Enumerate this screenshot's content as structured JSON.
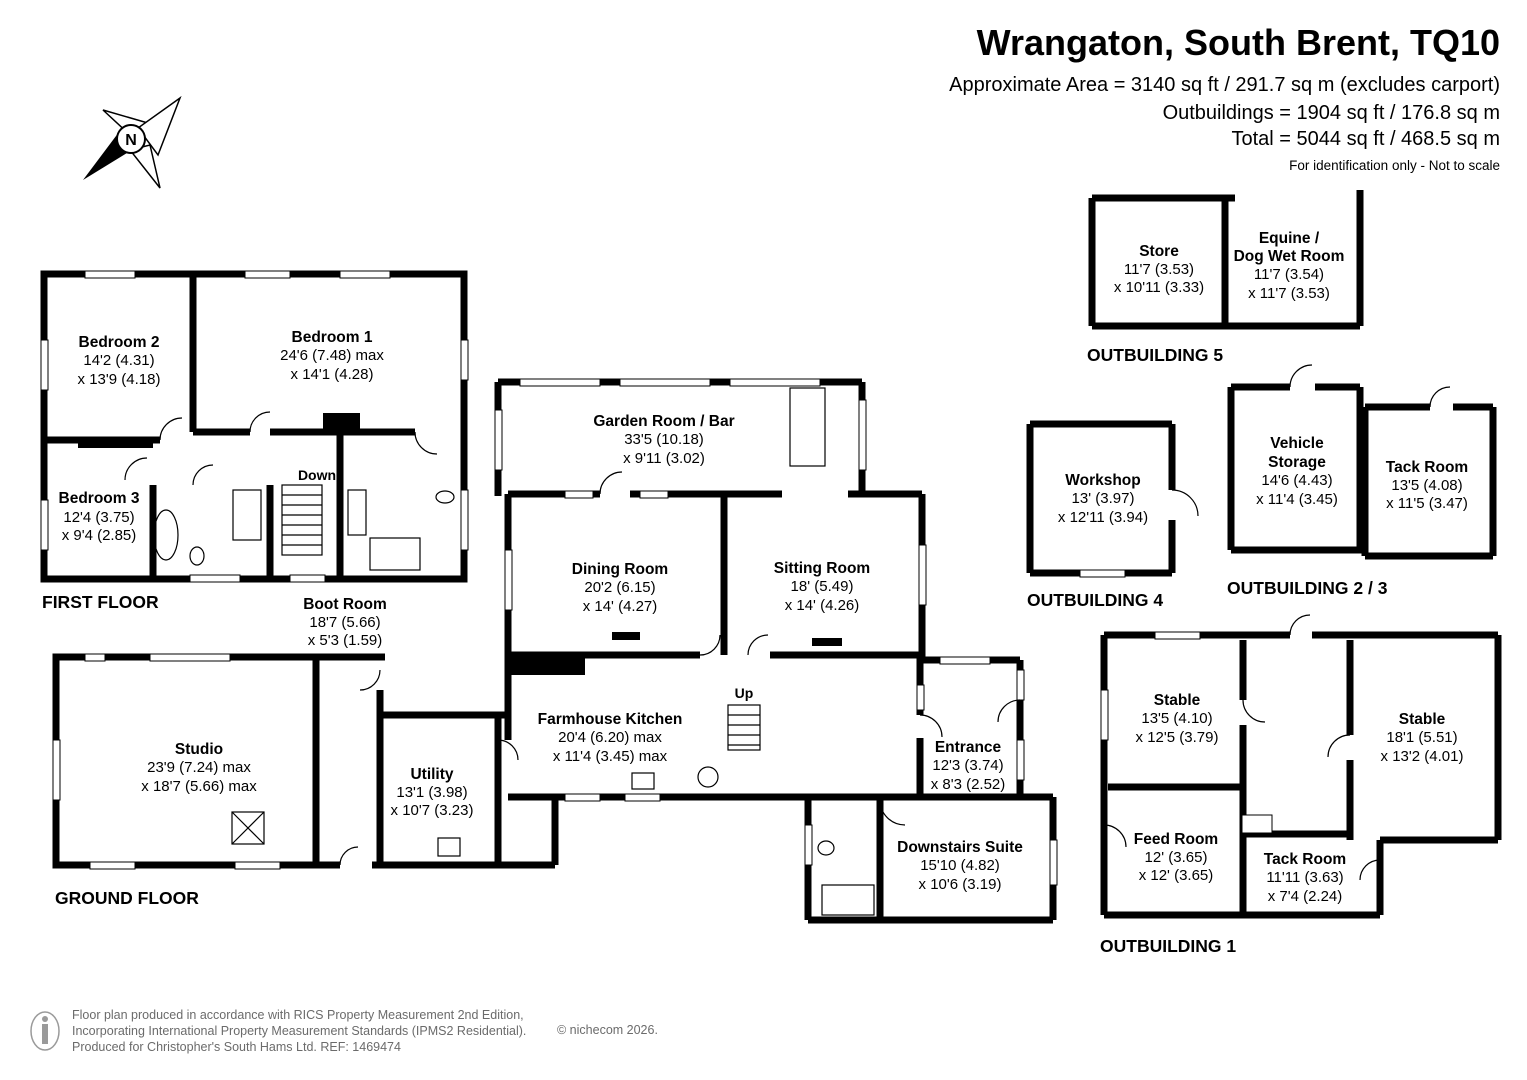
{
  "header": {
    "title": "Wrangaton, South Brent, TQ10",
    "area_line": "Approximate Area = 3140 sq ft / 291.7 sq m (excludes carport)",
    "outbuildings_line": "Outbuildings = 1904 sq ft / 176.8 sq m",
    "total_line": "Total = 5044 sq ft / 468.5 sq m",
    "note": "For identification only - Not to scale"
  },
  "compass": {
    "label": "N"
  },
  "floors": {
    "first": "FIRST FLOOR",
    "ground": "GROUND FLOOR",
    "ob1": "OUTBUILDING 1",
    "ob23": "OUTBUILDING 2 / 3",
    "ob4": "OUTBUILDING 4",
    "ob5": "OUTBUILDING 5"
  },
  "rooms": {
    "bed2": {
      "name": "Bedroom 2",
      "d1": "14'2 (4.31)",
      "d2": "x 13'9 (4.18)"
    },
    "bed1": {
      "name": "Bedroom 1",
      "d1": "24'6 (7.48) max",
      "d2": "x 14'1 (4.28)"
    },
    "bed3": {
      "name": "Bedroom 3",
      "d1": "12'4 (3.75)",
      "d2": "x 9'4 (2.85)"
    },
    "garden": {
      "name": "Garden Room / Bar",
      "d1": "33'5 (10.18)",
      "d2": "x 9'11 (3.02)"
    },
    "dining": {
      "name": "Dining Room",
      "d1": "20'2 (6.15)",
      "d2": "x 14' (4.27)"
    },
    "sitting": {
      "name": "Sitting Room",
      "d1": "18' (5.49)",
      "d2": "x 14' (4.26)"
    },
    "boot": {
      "name": "Boot Room",
      "d1": "18'7 (5.66)",
      "d2": "x 5'3 (1.59)"
    },
    "studio": {
      "name": "Studio",
      "d1": "23'9 (7.24) max",
      "d2": "x 18'7 (5.66) max"
    },
    "kitchen": {
      "name": "Farmhouse Kitchen",
      "d1": "20'4 (6.20) max",
      "d2": "x 11'4 (3.45) max"
    },
    "utility": {
      "name": "Utility",
      "d1": "13'1 (3.98)",
      "d2": "x 10'7 (3.23)"
    },
    "entrance": {
      "name": "Entrance",
      "d1": "12'3 (3.74)",
      "d2": "x 8'3 (2.52)"
    },
    "suite": {
      "name": "Downstairs Suite",
      "d1": "15'10 (4.82)",
      "d2": "x 10'6 (3.19)"
    },
    "store": {
      "name": "Store",
      "d1": "11'7 (3.53)",
      "d2": "x 10'11 (3.33)"
    },
    "equine": {
      "name1": "Equine /",
      "name2": "Dog Wet Room",
      "d1": "11'7 (3.54)",
      "d2": "x 11'7 (3.53)"
    },
    "workshop": {
      "name": "Workshop",
      "d1": "13' (3.97)",
      "d2": "x 12'11 (3.94)"
    },
    "vehicle": {
      "name1": "Vehicle",
      "name2": "Storage",
      "d1": "14'6 (4.43)",
      "d2": "x 11'4 (3.45)"
    },
    "tack23": {
      "name": "Tack Room",
      "d1": "13'5 (4.08)",
      "d2": "x 11'5 (3.47)"
    },
    "stableL": {
      "name": "Stable",
      "d1": "13'5 (4.10)",
      "d2": "x 12'5 (3.79)"
    },
    "stableR": {
      "name": "Stable",
      "d1": "18'1 (5.51)",
      "d2": "x 13'2 (4.01)"
    },
    "feed": {
      "name": "Feed Room",
      "d1": "12' (3.65)",
      "d2": "x 12' (3.65)"
    },
    "tack1": {
      "name": "Tack Room",
      "d1": "11'11 (3.63)",
      "d2": "x 7'4 (2.24)"
    }
  },
  "stairs": {
    "down": "Down",
    "up": "Up"
  },
  "footer": {
    "line1": "Floor plan produced in accordance with RICS Property Measurement 2nd Edition,",
    "line2": "Incorporating International Property Measurement Standards (IPMS2 Residential).",
    "line3": "Produced for Christopher's South Hams Ltd.   REF: 1469474",
    "brand": "© nichecom 2026."
  }
}
